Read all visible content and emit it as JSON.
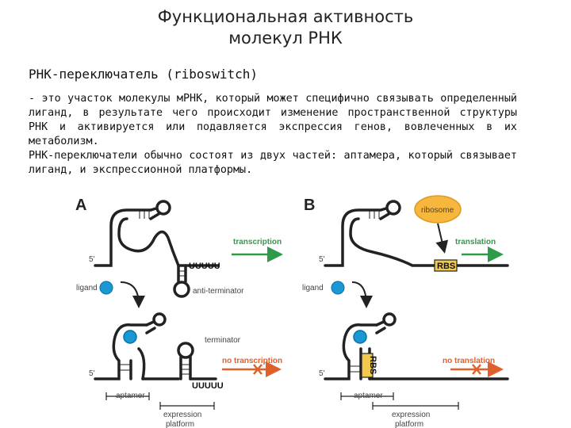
{
  "title_line1": "Функциональная активность",
  "title_line2": "молекул РНК",
  "subtitle": "РНК-переключатель (riboswitch)",
  "paragraph1": "- это участок молекулы мРНК, который может специфично связывать определенный лиганд, в результате чего происходит изменение пространственной структуры РНК и активируется или подавляется экспрессия генов, вовлеченных в их метаболизм.",
  "paragraph2": "РНК-переключатели обычно состоят из двух частей: аптамера, который связывает лиганд, и экспрессионной платформы.",
  "figure": {
    "panel_a": "A",
    "panel_b": "B",
    "five_prime": "5'",
    "transcription": "transcription",
    "translation": "translation",
    "uuuuu": "UUUUU",
    "ligand": "ligand",
    "anti_terminator": "anti-terminator",
    "terminator": "terminator",
    "no_transcription": "no transcription",
    "no_translation": "no translation",
    "ribosome": "ribosome",
    "rbs": "RBS",
    "aptamer": "aptamer",
    "expression": "expression",
    "platform": "platform",
    "colors": {
      "green": "#2e9b48",
      "red": "#e0602a",
      "ligand": "#1a98d5",
      "ribosome": "#f6b73c",
      "rbs": "#f2c94c"
    }
  }
}
